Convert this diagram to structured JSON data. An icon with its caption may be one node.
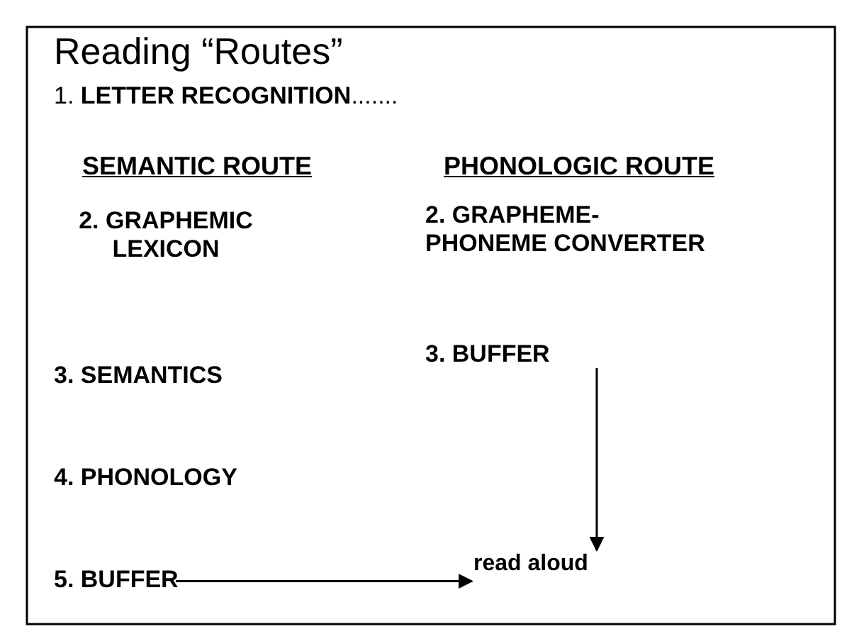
{
  "diagram": {
    "title": "Reading “Routes”",
    "nodes": [
      {
        "text": [
          "3. BUFFER"
        ]
      },
      {
        "text": [
          "5. BUFFER"
        ]
      },
      {
        "text": [
          "read aloud"
        ]
      }
    ],
    "edges": [
      {
        "from": 0,
        "to": 2,
        "arrow": "to"
      },
      {
        "from": 1,
        "to": 2,
        "arrow": "to"
      }
    ],
    "labels": [
      "1. **LETTER RECOGNITION**.......",
      "SEMANTIC ROUTE",
      "PHONOLOGIC ROUTE",
      "2. GRAPHEMIC LEXICON",
      "2. GRAPHEME- PHONEME CONVERTER",
      "3. SEMANTICS",
      "4. PHONOLOGY"
    ]
  }
}
